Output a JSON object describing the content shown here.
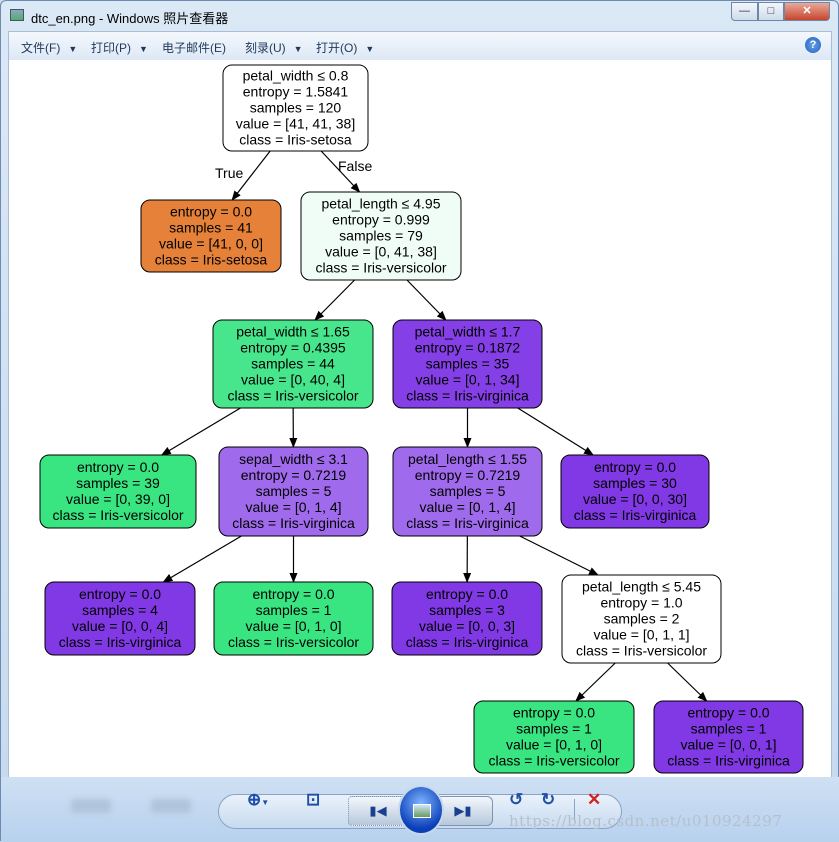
{
  "window": {
    "title": "dtc_en.png - Windows 照片查看器",
    "min": "—",
    "max": "□",
    "close": "✕"
  },
  "menu": [
    {
      "label": "文件(F)",
      "dropdown": true
    },
    {
      "label": "打印(P)",
      "dropdown": true
    },
    {
      "label": "电子邮件(E)",
      "dropdown": false
    },
    {
      "label": "刻录(U)",
      "dropdown": true
    },
    {
      "label": "打开(O)",
      "dropdown": true
    }
  ],
  "help": "?",
  "tree": {
    "edge_labels": {
      "true": "True",
      "false": "False"
    },
    "nodes": [
      {
        "lines": [
          "petal_width ≤ 0.8",
          "entropy = 1.5841",
          "samples = 120",
          "value = [41, 41, 38]",
          "class = Iris-setosa"
        ],
        "fill": "#ffffff"
      },
      {
        "lines": [
          "entropy = 0.0",
          "samples = 41",
          "value = [41, 0, 0]",
          "class = Iris-setosa"
        ],
        "fill": "#e58139"
      },
      {
        "lines": [
          "petal_length ≤ 4.95",
          "entropy = 0.999",
          "samples = 79",
          "value = [0, 41, 38]",
          "class = Iris-versicolor"
        ],
        "fill": "#f0fdf6"
      },
      {
        "lines": [
          "petal_width ≤ 1.65",
          "entropy = 0.4395",
          "samples = 44",
          "value = [0, 40, 4]",
          "class = Iris-versicolor"
        ],
        "fill": "#47e68c"
      },
      {
        "lines": [
          "petal_width ≤ 1.7",
          "entropy = 0.1872",
          "samples = 35",
          "value = [0, 1, 34]",
          "class = Iris-virginica"
        ],
        "fill": "#853fe6"
      },
      {
        "lines": [
          "entropy = 0.0",
          "samples = 39",
          "value = [0, 39, 0]",
          "class = Iris-versicolor"
        ],
        "fill": "#39e581"
      },
      {
        "lines": [
          "sepal_width ≤ 3.1",
          "entropy = 0.7219",
          "samples = 5",
          "value = [0, 1, 4]",
          "class = Iris-virginica"
        ],
        "fill": "#a06aec"
      },
      {
        "lines": [
          "petal_length ≤ 1.55",
          "entropy = 0.7219",
          "samples = 5",
          "value = [0, 1, 4]",
          "class = Iris-virginica"
        ],
        "fill": "#a06aec"
      },
      {
        "lines": [
          "entropy = 0.0",
          "samples = 30",
          "value = [0, 0, 30]",
          "class = Iris-virginica"
        ],
        "fill": "#8139e5"
      },
      {
        "lines": [
          "entropy = 0.0",
          "samples = 4",
          "value = [0, 0, 4]",
          "class = Iris-virginica"
        ],
        "fill": "#8139e5"
      },
      {
        "lines": [
          "entropy = 0.0",
          "samples = 1",
          "value = [0, 1, 0]",
          "class = Iris-versicolor"
        ],
        "fill": "#39e581"
      },
      {
        "lines": [
          "entropy = 0.0",
          "samples = 3",
          "value = [0, 0, 3]",
          "class = Iris-virginica"
        ],
        "fill": "#8139e5"
      },
      {
        "lines": [
          "petal_length ≤ 5.45",
          "entropy = 1.0",
          "samples = 2",
          "value = [0, 1, 1]",
          "class = Iris-versicolor"
        ],
        "fill": "#ffffff"
      },
      {
        "lines": [
          "entropy = 0.0",
          "samples = 1",
          "value = [0, 1, 0]",
          "class = Iris-versicolor"
        ],
        "fill": "#39e581"
      },
      {
        "lines": [
          "entropy = 0.0",
          "samples = 1",
          "value = [0, 0, 1]",
          "class = Iris-virginica"
        ],
        "fill": "#8139e5"
      }
    ],
    "edges": [
      [
        0,
        1
      ],
      [
        0,
        2
      ],
      [
        2,
        3
      ],
      [
        2,
        4
      ],
      [
        3,
        5
      ],
      [
        3,
        6
      ],
      [
        4,
        7
      ],
      [
        4,
        8
      ],
      [
        6,
        9
      ],
      [
        6,
        10
      ],
      [
        7,
        11
      ],
      [
        7,
        12
      ],
      [
        12,
        13
      ],
      [
        12,
        14
      ]
    ]
  },
  "toolbar": {
    "zoom": "zoom",
    "fit": "fit",
    "prev": "previous",
    "slideshow": "slideshow",
    "next": "next",
    "rotate_ccw": "rotate-left",
    "rotate_cw": "rotate-right",
    "delete": "delete"
  },
  "watermark": "https://blog.csdn.net/u010924297"
}
